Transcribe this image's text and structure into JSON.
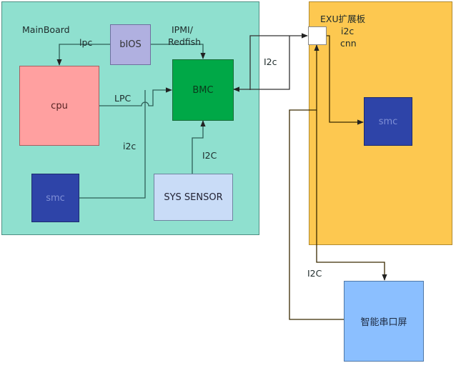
{
  "colors": {
    "mainboard": "#8FE0CF",
    "exu": "#FDC850",
    "bios": "#B0B0E0",
    "cpu": "#FFA0A0",
    "bmc": "#00A847",
    "smc": "#2E44A8",
    "sys_sensor": "#C9DCF7",
    "screen": "#8BBFFF",
    "line": "#333333"
  },
  "mainboard": {
    "title": "MainBoard",
    "blocks": {
      "bios": "bIOS",
      "cpu": "cpu",
      "bmc": "BMC",
      "smc": "smc",
      "sys_sensor": "SYS SENSOR"
    },
    "links": {
      "bios_cpu": "lpc",
      "bios_bmc_line1": "IPMI/",
      "bios_bmc_line2": "Redfish",
      "cpu_bmc": "LPC",
      "smc_bmc": "i2c",
      "sensor_bmc": "I2C"
    }
  },
  "bmc_exu_link": "I2c",
  "exu": {
    "title": "EXU扩展板",
    "connector_label_line1": "i2c",
    "connector_label_line2": "cnn",
    "blocks": {
      "smc": "smc"
    }
  },
  "screen": {
    "label": "智能串口屏",
    "link": "I2C"
  }
}
